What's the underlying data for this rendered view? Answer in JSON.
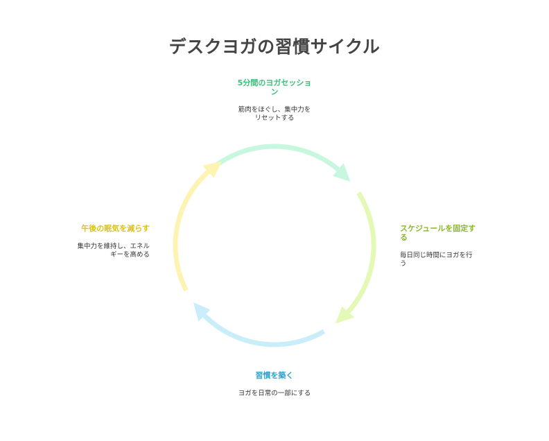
{
  "title": "デスクヨガの習慣サイクル",
  "steps": [
    {
      "title": "5分間のヨガセッション",
      "description": "筋肉をほぐし、集中力をリセットする",
      "color": "#3cbf7a",
      "arc_color": "#c8f7e0"
    },
    {
      "title": "スケジュールを固定する",
      "description": "毎日同じ時間にヨガを行う",
      "color": "#8ab82e",
      "arc_color": "#e3f9b5"
    },
    {
      "title": "習慣を築く",
      "description": "ヨガを日常の一部にする",
      "color": "#2aa6cc",
      "arc_color": "#c9eefa"
    },
    {
      "title": "午後の眠気を減らす",
      "description": "集中力を維持し、エネルギーを高める",
      "color": "#d9c21a",
      "arc_color": "#fdf4b4"
    }
  ]
}
